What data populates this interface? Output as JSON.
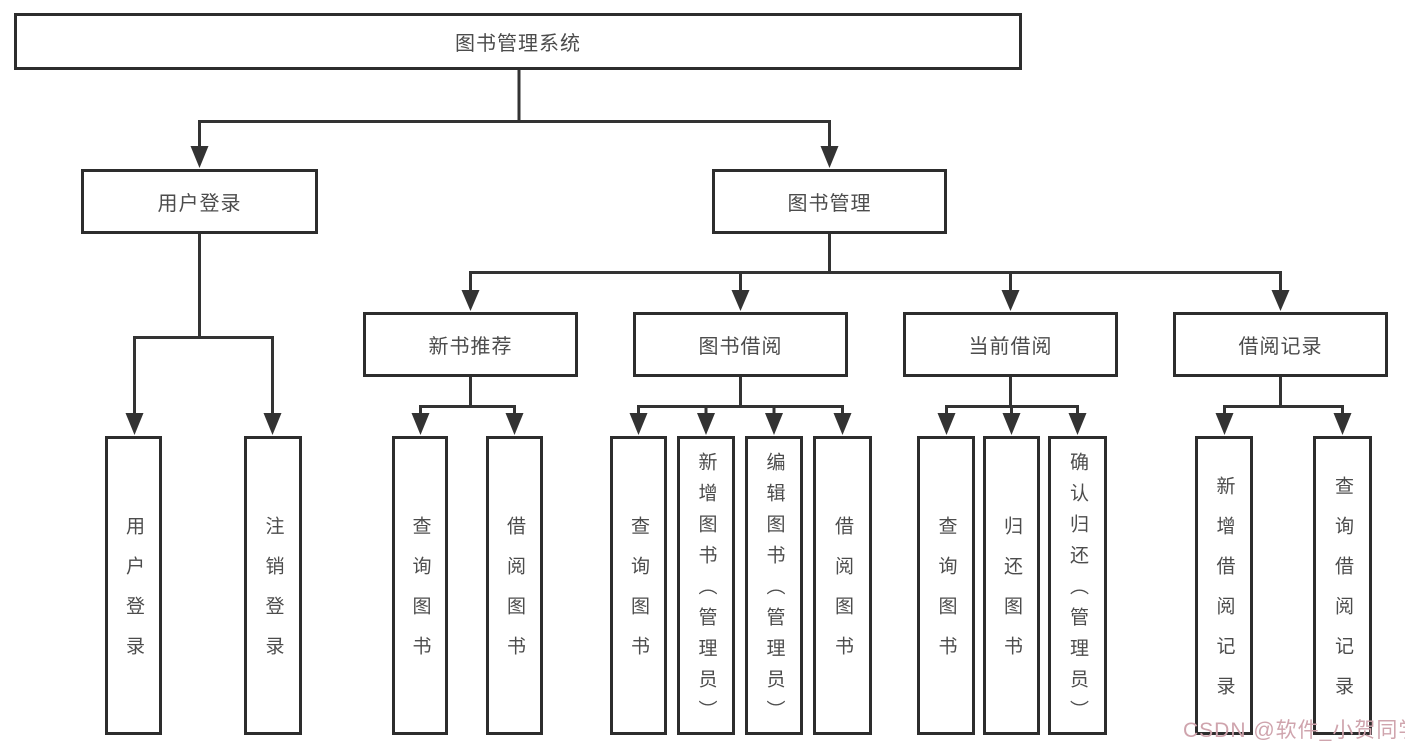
{
  "colors": {
    "line": "#333333",
    "box_border": "#2d2d2d",
    "text": "#4c4c4c",
    "watermark": "#cfa4ad",
    "background": "#ffffff"
  },
  "tree": {
    "root": {
      "label": "图书管理系统"
    },
    "branches": [
      {
        "label": "用户登录",
        "children": [
          {
            "label": "用户登录"
          },
          {
            "label": "注销登录"
          }
        ]
      },
      {
        "label": "图书管理",
        "children": [
          {
            "label": "新书推荐",
            "children": [
              {
                "label": "查询图书"
              },
              {
                "label": "借阅图书"
              }
            ]
          },
          {
            "label": "图书借阅",
            "children": [
              {
                "label": "查询图书"
              },
              {
                "label": "新增图书（管理员）"
              },
              {
                "label": "编辑图书（管理员）"
              },
              {
                "label": "借阅图书"
              }
            ]
          },
          {
            "label": "当前借阅",
            "children": [
              {
                "label": "查询图书"
              },
              {
                "label": "归还图书"
              },
              {
                "label": "确认归还（管理员）"
              }
            ]
          },
          {
            "label": "借阅记录",
            "children": [
              {
                "label": "新增借阅记录"
              },
              {
                "label": "查询借阅记录"
              }
            ]
          }
        ]
      }
    ]
  },
  "watermark": {
    "text": "CSDN @软件_小贺同学"
  }
}
